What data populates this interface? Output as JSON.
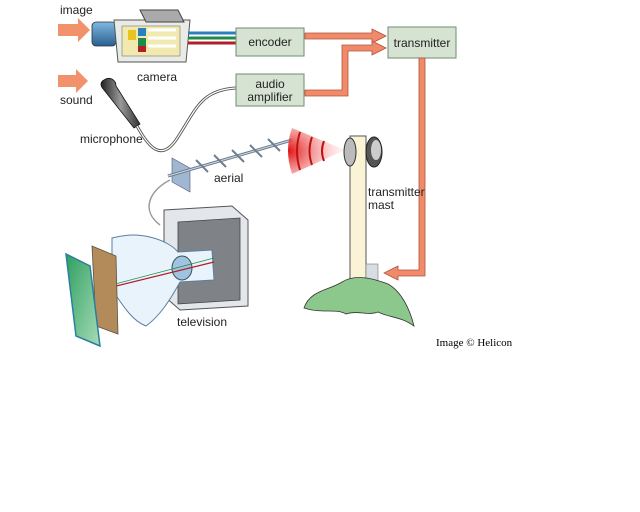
{
  "diagram": {
    "labels": {
      "image": "image",
      "sound": "sound",
      "camera": "camera",
      "microphone": "microphone",
      "aerial": "aerial",
      "transmitter_mast_line1": "transmitter",
      "transmitter_mast_line2": "mast",
      "television": "television"
    },
    "boxes": {
      "encoder": "encoder",
      "audio_amplifier_line1": "audio",
      "audio_amplifier_line2": "amplifier",
      "transmitter": "transmitter"
    },
    "credit": "Image © Helicon",
    "colors": {
      "box_fill": "#d6e3d3",
      "box_border": "#6f8f6f",
      "arrow_fill": "#f08a6a",
      "arrow_border": "#b0553a",
      "input_arrow": "#f2926c",
      "signal_red": "#e02020",
      "hill_green": "#8cc88c",
      "mast_fill": "#fbf3d6",
      "wire_blue": "#2a7fc0",
      "wire_green": "#1f8a4a",
      "wire_red": "#b01f2a"
    }
  }
}
